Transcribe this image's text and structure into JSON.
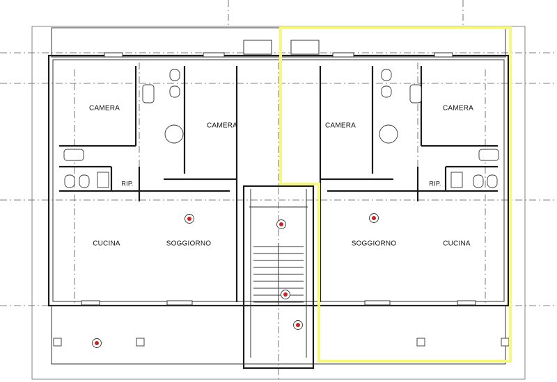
{
  "plan": {
    "highlight_color": "#f7f77a",
    "marker_color": "#cc2222",
    "rooms": {
      "camera_left_small": "CAMERA",
      "camera_left_large": "CAMERA",
      "camera_right_large": "CAMERA",
      "camera_right_small": "CAMERA",
      "rip_left": "RIP.",
      "rip_right": "RIP.",
      "cucina_left": "CUCINA",
      "soggiorno_left": "SOGGIORNO",
      "soggiorno_right": "SOGGIORNO",
      "cucina_right": "CUCINA"
    }
  }
}
